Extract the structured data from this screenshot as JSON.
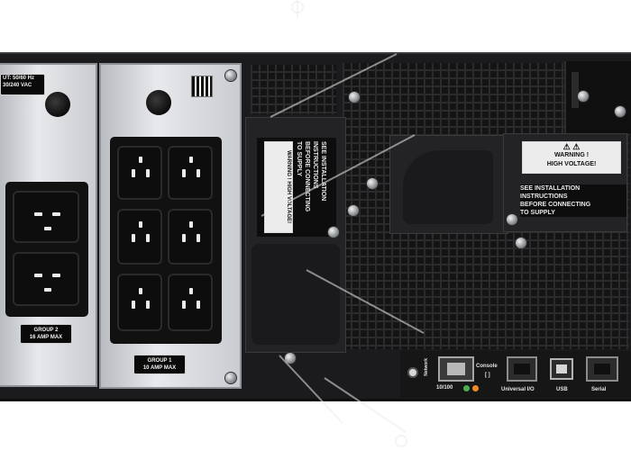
{
  "input_label": [
    "UT: 50/60 Hz",
    "30/240 VAC"
  ],
  "group2": {
    "name": "GROUP 2",
    "rating": "16 AMP MAX"
  },
  "group1": {
    "name": "GROUP 1",
    "rating": "10 AMP MAX"
  },
  "warning_left": {
    "title": "WARNING !",
    "subtitle": "HIGH VOLTAGE!",
    "lines": [
      "SEE INSTALLATION",
      "INSTRUCTIONS",
      "BEFORE CONNECTING",
      "TO SUPPLY"
    ]
  },
  "warning_right": {
    "title": "WARNING !",
    "subtitle": "HIGH VOLTAGE!",
    "lines": [
      "SEE INSTALLATION",
      "INSTRUCTIONS",
      "BEFORE CONNECTING",
      "TO SUPPLY"
    ]
  },
  "ports": {
    "network": "Network",
    "speed": "10/100",
    "console": "Console",
    "console_symbol": "[ ]",
    "universal_io": "Universal I/O",
    "usb": "USB",
    "serial": "Serial"
  },
  "colors": {
    "chassis": "#1b1b1d",
    "silver": "#d8dadd",
    "led_green": "#4caf50",
    "led_orange": "#f08a24"
  }
}
